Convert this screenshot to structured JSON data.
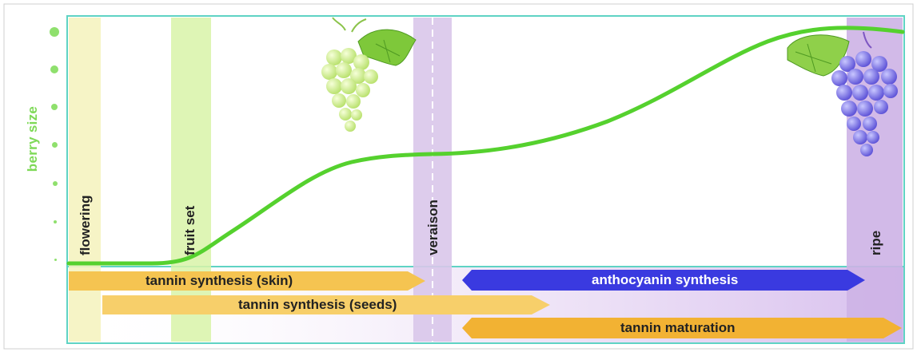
{
  "y_axis_label": "berry size",
  "stages": [
    {
      "label": "flowering"
    },
    {
      "label": "fruit set"
    },
    {
      "label": "veraison"
    },
    {
      "label": "ripe"
    }
  ],
  "processes": [
    {
      "label": "tannin synthesis (skin)",
      "color": "#f5c451"
    },
    {
      "label": "tannin synthesis (seeds)",
      "color": "#f7cf6a"
    },
    {
      "label": "anthocyanin synthesis",
      "color": "#3a3ae0"
    },
    {
      "label": "tannin maturation",
      "color": "#f2b233"
    }
  ],
  "colors": {
    "curve": "#55d12e",
    "frame": "#5fd3c4",
    "veraison_band": "#d9c6ea",
    "ripe_band": "#c9aee3",
    "flowering_band": "#f5f3c0",
    "fruitset_band": "#d8f3a8"
  },
  "icons": {
    "green_grapes": "green-grape-cluster-icon",
    "purple_grapes": "purple-grape-cluster-icon"
  }
}
